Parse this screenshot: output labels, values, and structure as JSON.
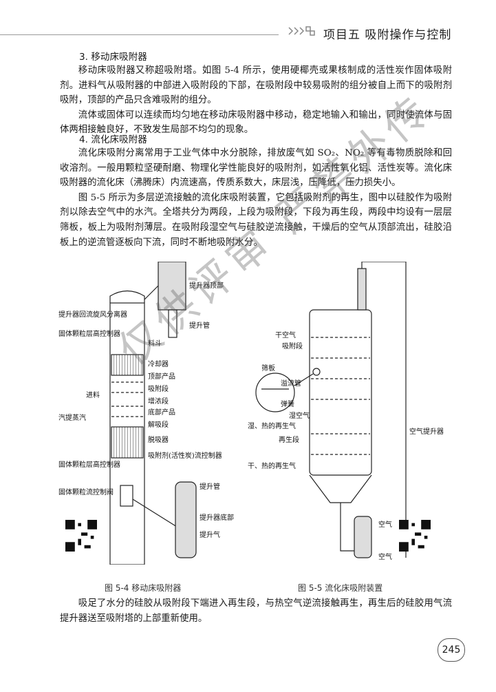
{
  "header": {
    "title": "项目五   吸附操作与控制"
  },
  "section3": {
    "heading": "3. 移动床吸附器",
    "p1": "移动床吸附器又称超吸附塔。如图 5-4 所示，使用硬椰壳或果核制成的活性炭作固体吸附剂。进料气从吸附器的中部进入吸附段的下部，在吸附段中较易吸附的组分被自上而下的吸附剂吸附，顶部的产品只含难吸附的组分。",
    "p2": "流体或固体可以连续而均匀地在移动床吸附器中移动，稳定地输入和输出，同时使流体与固体两相接触良好，不致发生局部不均匀的现象。"
  },
  "section4": {
    "heading": "4. 流化床吸附器",
    "p1": "流化床吸附分离常用于工业气体中水分脱除，排放废气如 SO₂、NO₂ 等有毒物质脱除和回收溶剂。一般用颗粒坚硬耐磨、物理化学性能良好的吸附剂，如活性氧化铝、活性炭等。流化床吸附器的流化床（沸腾床）内流速高，传质系数大，床层浅，压降低，压力损失小。",
    "p2": "图 5-5 所示为多层逆流接触的流化床吸附装置，它包括吸附剂的再生，图中以硅胶作为吸附剂以除去空气中的水汽。全塔共分为两段，上段为吸附段，下段为再生段，两段中均设有一层层筛板，板上为吸附剂薄层。在吸附段湿空气与硅胶逆流接触，干燥后的空气从顶部流出，硅胶沿板上的逆流管逐板向下流，同时不断地吸附水分。",
    "p3": "吸足了水分的硅胶从吸附段下端进入再生段，与热空气逆流接触再生，再生后的硅胶用气流提升器送至吸附塔的上部重新使用。"
  },
  "fig54": {
    "caption": "图 5-4   移动床吸附器",
    "labels": {
      "top": "提升器顶部",
      "lift_pipe": "提升管",
      "cyclone": "提升器回流旋风分离器",
      "bed_ctrl_top": "固体颗粒层高控制器",
      "hopper": "料斗",
      "cooler": "冷却器",
      "top_product": "顶部产品",
      "feed": "进料",
      "adsorb": "吸附段",
      "enrich": "增浓段",
      "bottom_product": "底部产品",
      "strip_steam": "汽提蒸汽",
      "stripper": "解吸段",
      "desorber": "脱吸器",
      "sorbent_ctrl": "吸附剂(活性炭)流控制器",
      "bed_ctrl_bottom": "固体颗粒层高控制器",
      "flow_valve": "固体颗粒流控制阀",
      "lift_pipe2": "提升管",
      "lift_bottom": "提升器底部",
      "lift_gas": "提升气"
    }
  },
  "fig55": {
    "caption": "图 5-5   流化床吸附装置",
    "labels": {
      "dry_air": "干空气",
      "adsorb": "吸附段",
      "sieve": "筛板",
      "downcomer": "溢流管",
      "spring": "弹簧",
      "wet_air": "湿空气",
      "hot_wet_gas": "湿、热的再生气",
      "regen": "再生段",
      "hot_dry_gas": "干、热的再生气",
      "air_lift": "空气提升器",
      "air1": "空气",
      "air2": "空气"
    }
  },
  "watermark": "仅供评审  严禁外传",
  "page_number": "245"
}
